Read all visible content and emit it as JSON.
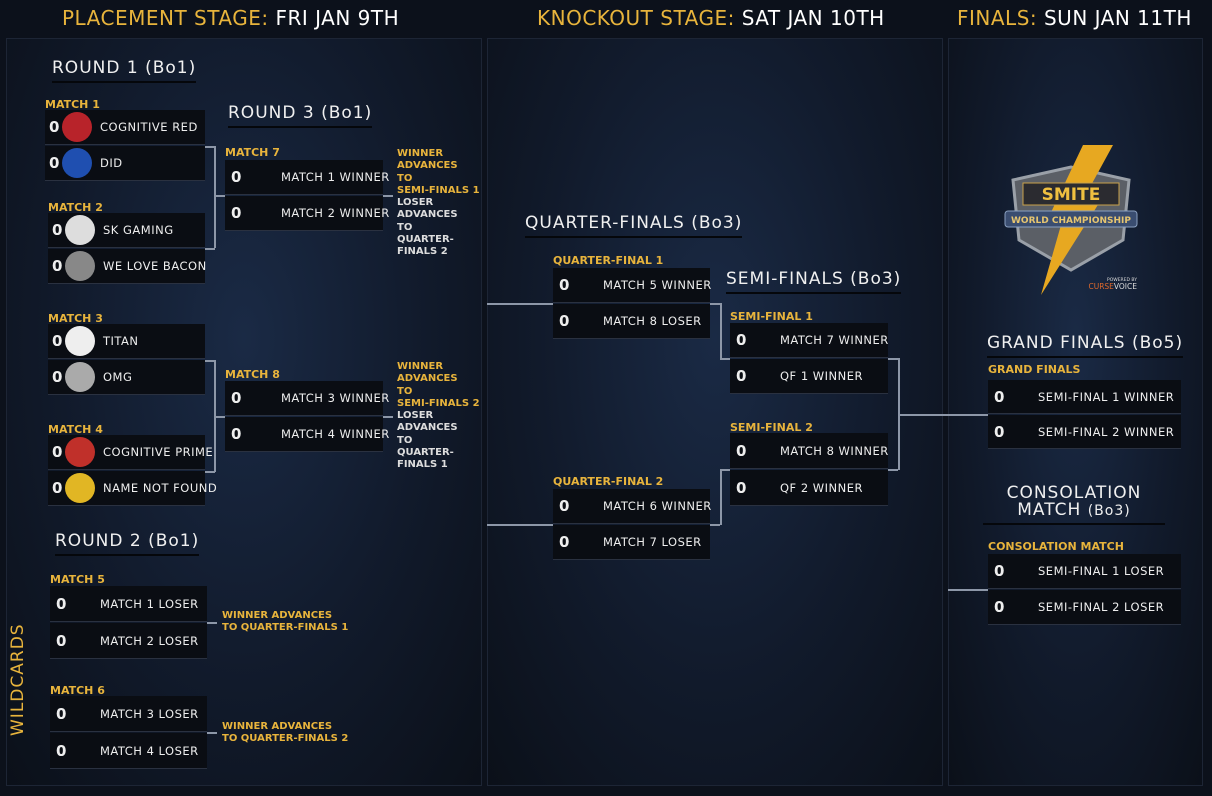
{
  "header": {
    "placement": {
      "label": "PLACEMENT STAGE:",
      "date": "FRI JAN 9TH"
    },
    "knockout": {
      "label": "KNOCKOUT STAGE:",
      "date": "SAT JAN 10TH"
    },
    "finals": {
      "label": "FINALS:",
      "date": "SUN JAN 11TH"
    }
  },
  "headings": {
    "round1": "ROUND 1 (Bo1)",
    "round2": "ROUND 2 (Bo1)",
    "round3": "ROUND 3 (Bo1)",
    "quarterfinals": "QUARTER-FINALS (Bo3)",
    "semifinals": "SEMI-FINALS (Bo3)",
    "grandfinals": "GRAND FINALS (Bo5)",
    "consolation_line1": "CONSOLATION",
    "consolation_line2": "MATCH",
    "consolation_format": "(Bo3)"
  },
  "wildcards": "WILDCARDS",
  "logo": {
    "title": "SMITE",
    "subtitle": "WORLD CHAMPIONSHIP",
    "powered_by": "POWERED BY",
    "sponsor": "CURSE VOICE"
  },
  "matches": {
    "m1": {
      "label": "MATCH 1",
      "teams": [
        {
          "score": "0",
          "name": "COGNITIVE RED",
          "logo": "cognitive-red-logo"
        },
        {
          "score": "0",
          "name": "DID",
          "logo": "did-logo"
        }
      ]
    },
    "m2": {
      "label": "MATCH 2",
      "teams": [
        {
          "score": "0",
          "name": "SK GAMING",
          "logo": "sk-gaming-logo"
        },
        {
          "score": "0",
          "name": "WE LOVE BACON",
          "logo": "we-love-bacon-logo"
        }
      ]
    },
    "m3": {
      "label": "MATCH 3",
      "teams": [
        {
          "score": "0",
          "name": "TITAN",
          "logo": "titan-logo"
        },
        {
          "score": "0",
          "name": "OMG",
          "logo": "omg-logo"
        }
      ]
    },
    "m4": {
      "label": "MATCH 4",
      "teams": [
        {
          "score": "0",
          "name": "COGNITIVE PRIME",
          "logo": "cognitive-prime-logo"
        },
        {
          "score": "0",
          "name": "NAME NOT FOUND",
          "logo": "name-not-found-logo"
        }
      ]
    },
    "m5": {
      "label": "MATCH 5",
      "teams": [
        {
          "score": "0",
          "name": "MATCH 1 LOSER"
        },
        {
          "score": "0",
          "name": "MATCH 2 LOSER"
        }
      ]
    },
    "m6": {
      "label": "MATCH 6",
      "teams": [
        {
          "score": "0",
          "name": "MATCH 3 LOSER"
        },
        {
          "score": "0",
          "name": "MATCH 4 LOSER"
        }
      ]
    },
    "m7": {
      "label": "MATCH 7",
      "teams": [
        {
          "score": "0",
          "name": "MATCH 1 WINNER"
        },
        {
          "score": "0",
          "name": "MATCH 2 WINNER"
        }
      ]
    },
    "m8": {
      "label": "MATCH 8",
      "teams": [
        {
          "score": "0",
          "name": "MATCH 3 WINNER"
        },
        {
          "score": "0",
          "name": "MATCH 4 WINNER"
        }
      ]
    },
    "qf1": {
      "label": "QUARTER-FINAL 1",
      "teams": [
        {
          "score": "0",
          "name": "MATCH 5 WINNER"
        },
        {
          "score": "0",
          "name": "MATCH 8 LOSER"
        }
      ]
    },
    "qf2": {
      "label": "QUARTER-FINAL 2",
      "teams": [
        {
          "score": "0",
          "name": "MATCH 6 WINNER"
        },
        {
          "score": "0",
          "name": "MATCH 7 LOSER"
        }
      ]
    },
    "sf1": {
      "label": "SEMI-FINAL 1",
      "teams": [
        {
          "score": "0",
          "name": "MATCH 7 WINNER"
        },
        {
          "score": "0",
          "name": "QF 1 WINNER"
        }
      ]
    },
    "sf2": {
      "label": "SEMI-FINAL 2",
      "teams": [
        {
          "score": "0",
          "name": "MATCH 8 WINNER"
        },
        {
          "score": "0",
          "name": "QF 2 WINNER"
        }
      ]
    },
    "gf": {
      "label": "GRAND FINALS",
      "teams": [
        {
          "score": "0",
          "name": "SEMI-FINAL 1 WINNER"
        },
        {
          "score": "0",
          "name": "SEMI-FINAL 2 WINNER"
        }
      ]
    },
    "cons": {
      "label": "CONSOLATION MATCH",
      "teams": [
        {
          "score": "0",
          "name": "SEMI-FINAL 1 LOSER"
        },
        {
          "score": "0",
          "name": "SEMI-FINAL 2 LOSER"
        }
      ]
    }
  },
  "notes": {
    "m7": {
      "winner": [
        "WINNER",
        "ADVANCES",
        "TO",
        "SEMI-FINALS 1"
      ],
      "loser": [
        "LOSER",
        "ADVANCES",
        "TO",
        "QUARTER-",
        "FINALS 2"
      ]
    },
    "m8": {
      "winner": [
        "WINNER",
        "ADVANCES",
        "TO",
        "SEMI-FINALS 2"
      ],
      "loser": [
        "LOSER",
        "ADVANCES",
        "TO",
        "QUARTER-",
        "FINALS 1"
      ]
    },
    "m5": {
      "winner": [
        "WINNER ADVANCES",
        "TO QUARTER-FINALS 1"
      ]
    },
    "m6": {
      "winner": [
        "WINNER ADVANCES",
        "TO QUARTER-FINALS 2"
      ]
    }
  },
  "colors": {
    "accent": "#e8b43c",
    "background": "#0c111b",
    "row": "#0a0d13"
  }
}
